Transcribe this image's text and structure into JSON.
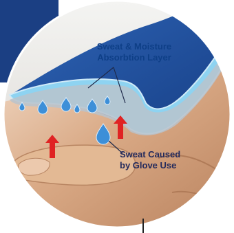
{
  "labels": {
    "absorption_layer": [
      "Sweat & Moisture",
      "Absorbtion Layer"
    ],
    "sweat_cause": [
      "Sweat Caused",
      "by Glove Use"
    ]
  },
  "colors": {
    "glove_dark_blue": "#1f4f9e",
    "absorption_layer": "#8ed3f1",
    "layer_edge": "#cfeaf8",
    "sweat_drop": "#3d8fd8",
    "arrow_red": "#e02323",
    "skin": "#d4a27a",
    "label_blue": "#0e3f87",
    "label_navy": "#232a5c"
  },
  "icons": {
    "droplet": "sweat-droplet-icon",
    "arrow": "red-up-arrow-icon"
  }
}
